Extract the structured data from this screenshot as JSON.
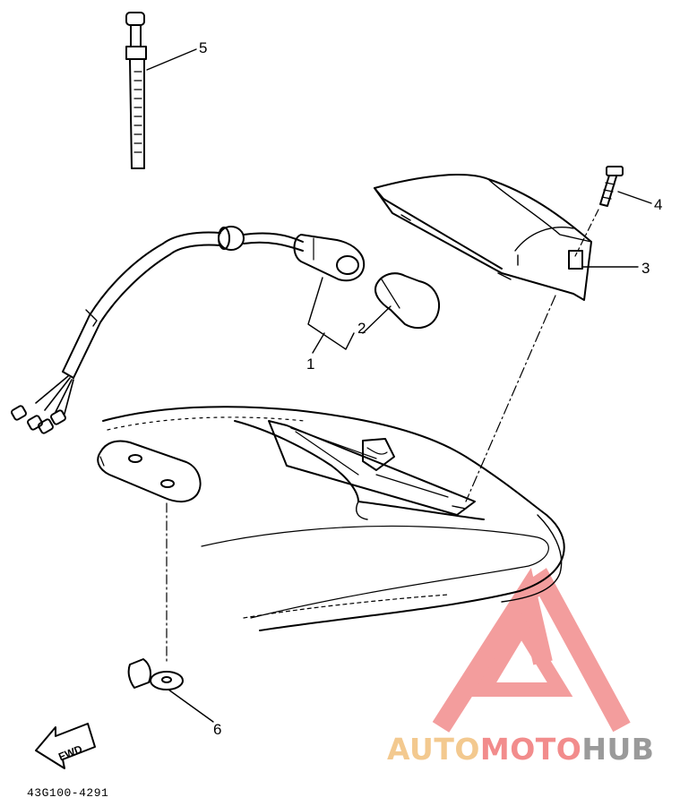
{
  "diagram": {
    "part_numbers": [
      "1",
      "2",
      "3",
      "4",
      "5",
      "6"
    ],
    "direction_label": "FWD",
    "drawing_code": "43G100-4291"
  },
  "watermark": {
    "part_a": "AUTO",
    "part_b": "MOTO",
    "part_c": "HUB",
    "colors": {
      "a": "#f3c98f",
      "b": "#f28c8c",
      "c": "#9a9a9a",
      "mark": "#f28c8c"
    }
  }
}
